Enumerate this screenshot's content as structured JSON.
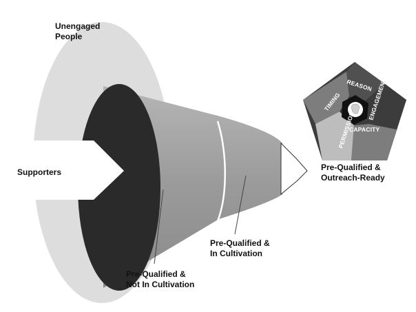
{
  "labels": {
    "unengaged_line1": "Unengaged",
    "unengaged_line2": "People",
    "supporters": "Supporters",
    "not_in_cultivation_line1": "Pre-Qualified &",
    "not_in_cultivation_line2": "Not In Cultivation",
    "in_cultivation_line1": "Pre-Qualified &",
    "in_cultivation_line2": "In Cultivation",
    "outreach_ready_line1": "Pre-Qualified &",
    "outreach_ready_line2": "Outreach-Ready"
  },
  "pentagon_segments": {
    "timing": "TIMING",
    "reason": "REASON",
    "engagement": "ENGAGEMENT",
    "capacity": "CAPACITY",
    "permission": "PERMISSION"
  },
  "colors": {
    "outer_ellipse": "#dddddd",
    "funnel_opening": "#2a2a2a",
    "funnel_body": "#9c9c9c",
    "funnel_tip": "#b8b8b8",
    "pentagon_dark": "#3c3c3c",
    "pentagon_mid": "#7d7d7d",
    "pentagon_light": "#bdbdbd"
  }
}
